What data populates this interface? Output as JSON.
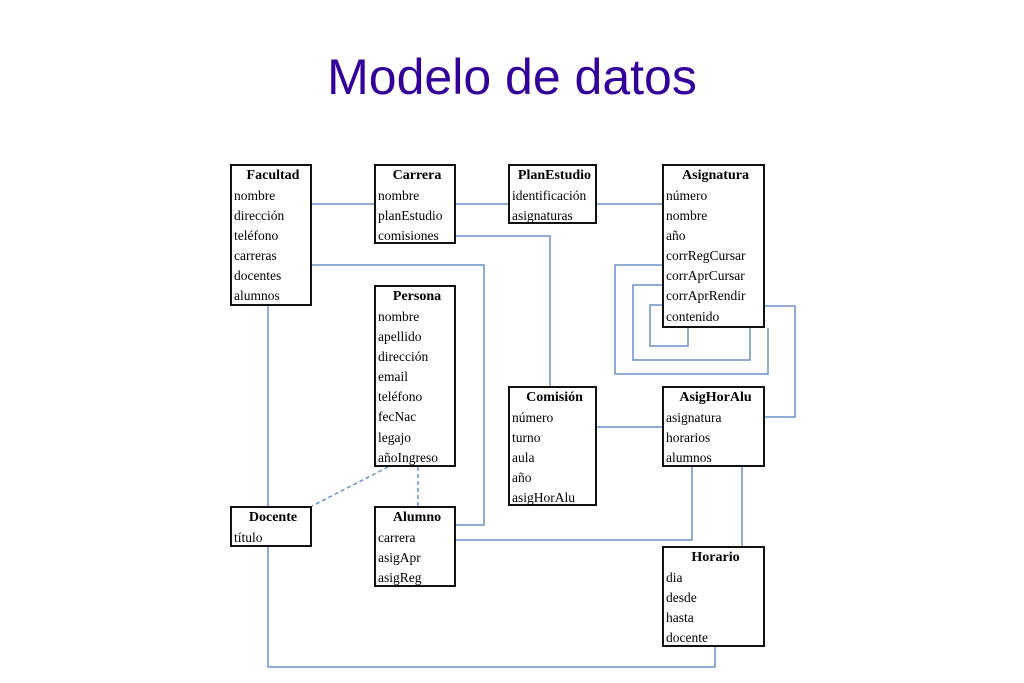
{
  "title": "Modelo de datos",
  "colors": {
    "title": "#330099",
    "connector": "#6b8fc7",
    "box_border": "#111111"
  },
  "entities": {
    "facultad": {
      "name": "Facultad",
      "fields": [
        "nombre",
        "dirección",
        "teléfono",
        "carreras",
        "docentes",
        "alumnos"
      ]
    },
    "carrera": {
      "name": "Carrera",
      "fields": [
        "nombre",
        "planEstudio",
        "comisiones"
      ]
    },
    "planestudio": {
      "name": "PlanEstudio",
      "fields": [
        "identificación",
        "asignaturas"
      ]
    },
    "asignatura": {
      "name": "Asignatura",
      "fields": [
        "número",
        "nombre",
        "año",
        "corrRegCursar",
        "corrAprCursar",
        "corrAprRendir",
        "contenido"
      ]
    },
    "persona": {
      "name": "Persona",
      "fields": [
        "nombre",
        "apellido",
        "dirección",
        "email",
        "teléfono",
        "fecNac",
        "legajo",
        "añoIngreso"
      ]
    },
    "comision": {
      "name": "Comisión",
      "fields": [
        "número",
        "turno",
        "aula",
        "año",
        "asigHorAlu"
      ]
    },
    "asighoralu": {
      "name": "AsigHorAlu",
      "fields": [
        "asignatura",
        "horarios",
        "alumnos"
      ]
    },
    "docente": {
      "name": "Docente",
      "fields": [
        "título"
      ]
    },
    "alumno": {
      "name": "Alumno",
      "fields": [
        "carrera",
        "asigApr",
        "asigReg"
      ]
    },
    "horario": {
      "name": "Horario",
      "fields": [
        "dia",
        "desde",
        "hasta",
        "docente"
      ]
    }
  }
}
